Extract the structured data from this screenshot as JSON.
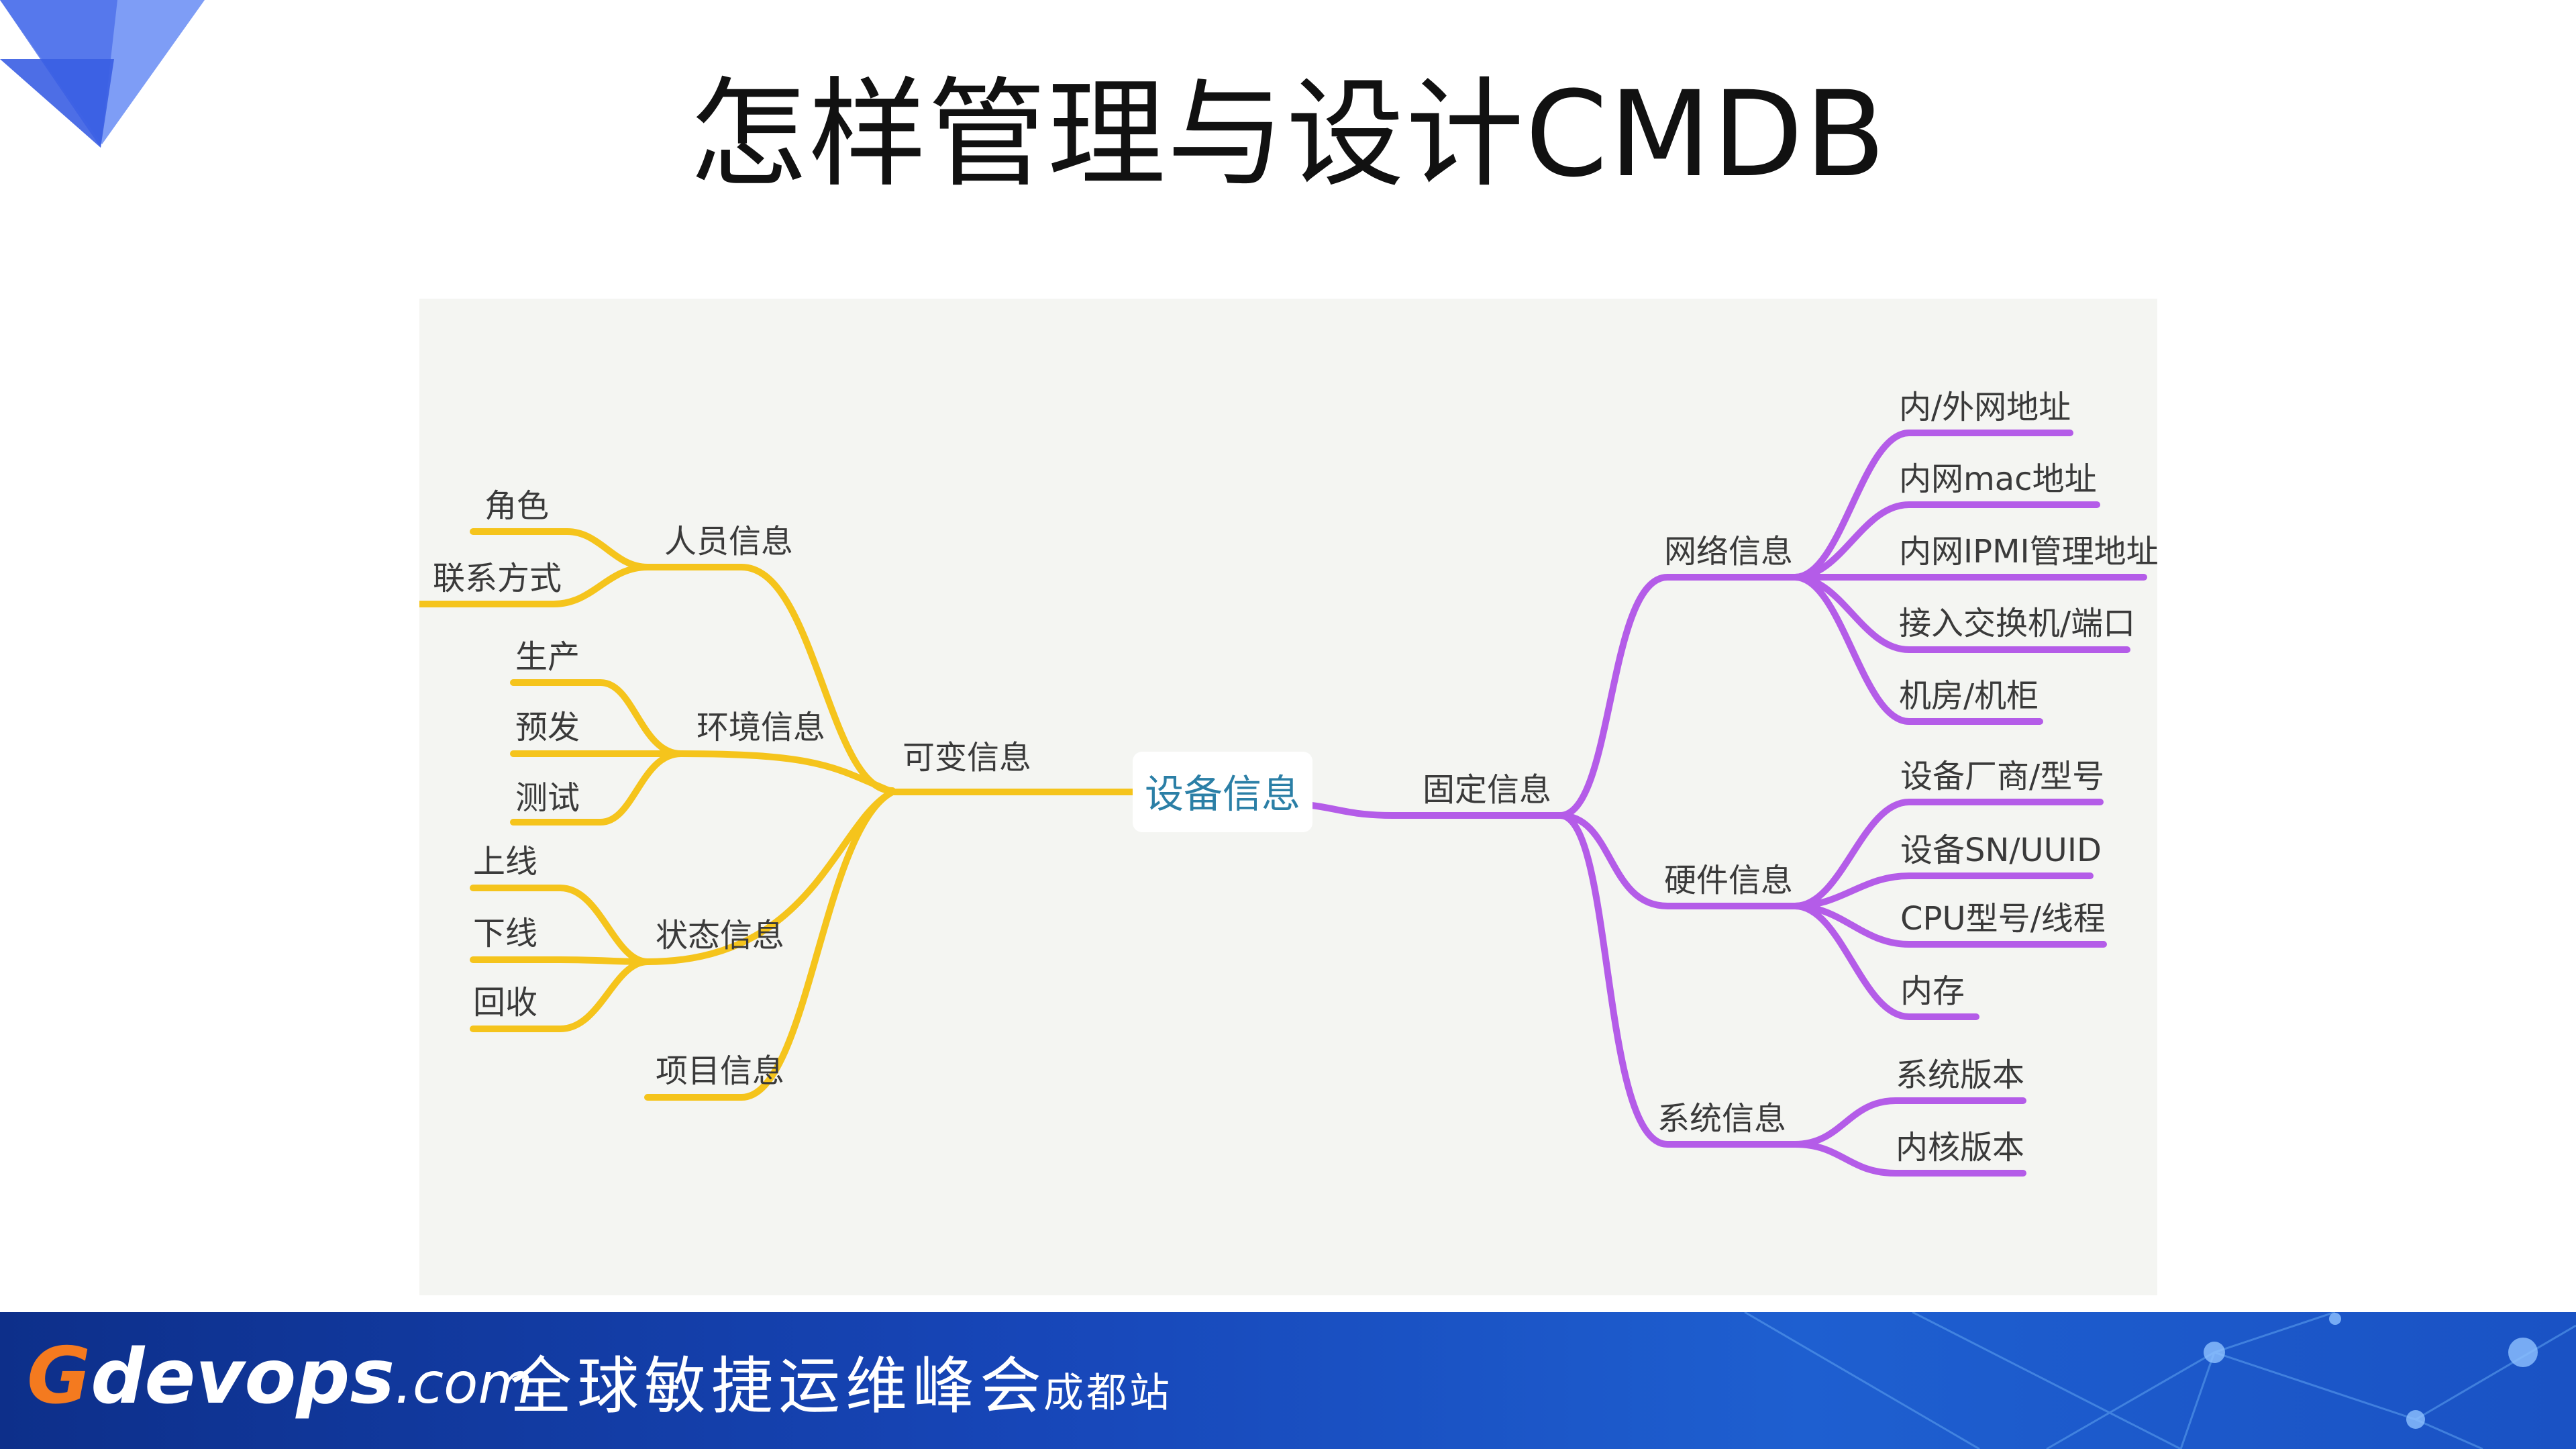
{
  "slide": {
    "title": "怎样管理与设计CMDB"
  },
  "colors": {
    "variable_branch": "#f5c41c",
    "fixed_branch": "#b45ce8",
    "root_text": "#2b7fa6",
    "footer_bg": "#1746b8",
    "brand_g": "#f47a1f",
    "logo_light": "#6f93f5",
    "logo_dark": "#3f63e8"
  },
  "mindmap": {
    "root": "设备信息",
    "variable": {
      "label": "可变信息",
      "personnel": {
        "label": "人员信息",
        "role": "角色",
        "contact": "联系方式"
      },
      "environment": {
        "label": "环境信息",
        "production": "生产",
        "staging": "预发",
        "testing": "测试"
      },
      "status": {
        "label": "状态信息",
        "online": "上线",
        "offline": "下线",
        "recycle": "回收"
      },
      "project": {
        "label": "项目信息"
      }
    },
    "fixed": {
      "label": "固定信息",
      "network": {
        "label": "网络信息",
        "ip": "内/外网地址",
        "mac": "内网mac地址",
        "ipmi": "内网IPMI管理地址",
        "switch": "接入交换机/端口",
        "room": "机房/机柜"
      },
      "hardware": {
        "label": "硬件信息",
        "vendor": "设备厂商/型号",
        "sn": "设备SN/UUID",
        "cpu": "CPU型号/线程",
        "memory": "内存"
      },
      "system": {
        "label": "系统信息",
        "os_version": "系统版本",
        "kernel_version": "内核版本"
      }
    }
  },
  "footer": {
    "brand_g": "G",
    "brand_devops": "devops",
    "brand_dotcom": ".com",
    "event": "全球敏捷运维峰会",
    "site": "成都站"
  },
  "icons": {
    "logo": "triangle-logo-icon"
  }
}
